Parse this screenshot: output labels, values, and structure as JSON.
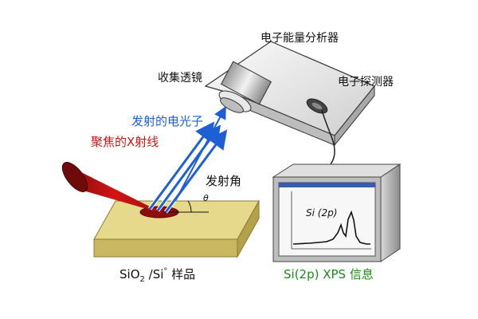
{
  "labels": {
    "analyzer": "电子能量分析器",
    "lens": "收集透镜",
    "detector": "电子探测器",
    "emitted_electrons": "发射的电光子",
    "focused_xray": "聚焦的X射线",
    "emission_angle": "发射角",
    "theta": "θ",
    "sample_sio": "SiO",
    "sample_sub": "2",
    "sample_mid": " /Si",
    "sample_sup": "°",
    "sample_tail": " 样品",
    "xps_info": "Si(2p) XPS 信息",
    "spectrum_peak": "Si (2p)"
  },
  "colors": {
    "xray": "#d21414",
    "electron_beam": "#1e5fd6",
    "sample_top": "#e6d98c",
    "sample_side": "#c9b860",
    "xps_text": "#1a8a1a",
    "box_frame": "#9a9a9a",
    "screen": "#f7f7f7"
  }
}
